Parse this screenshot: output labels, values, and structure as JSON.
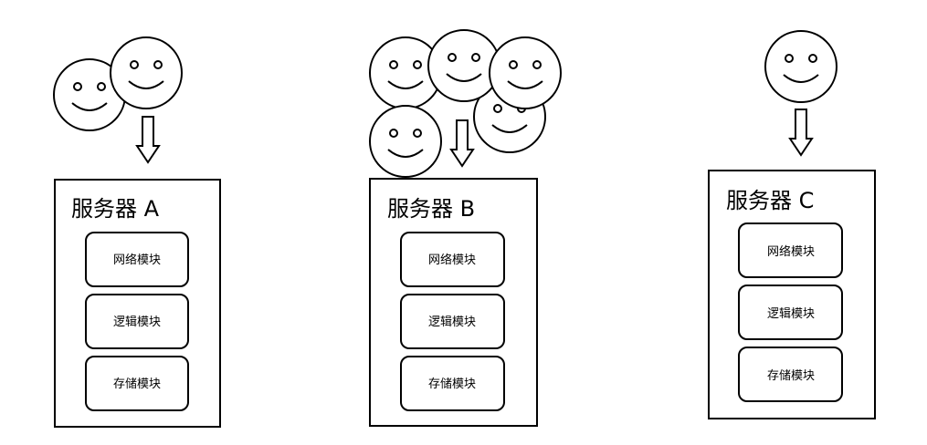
{
  "servers": [
    {
      "title": "服务器 A",
      "modules": [
        "网络模块",
        "逻辑模块",
        "存储模块"
      ]
    },
    {
      "title": "服务器 B",
      "modules": [
        "网络模块",
        "逻辑模块",
        "存储模块"
      ]
    },
    {
      "title": "服务器 C",
      "modules": [
        "网络模块",
        "逻辑模块",
        "存储模块"
      ]
    }
  ],
  "colors": {
    "stroke": "#000000",
    "fill": "#ffffff"
  },
  "icons": [
    "smiley-face-icon",
    "down-arrow-icon"
  ]
}
